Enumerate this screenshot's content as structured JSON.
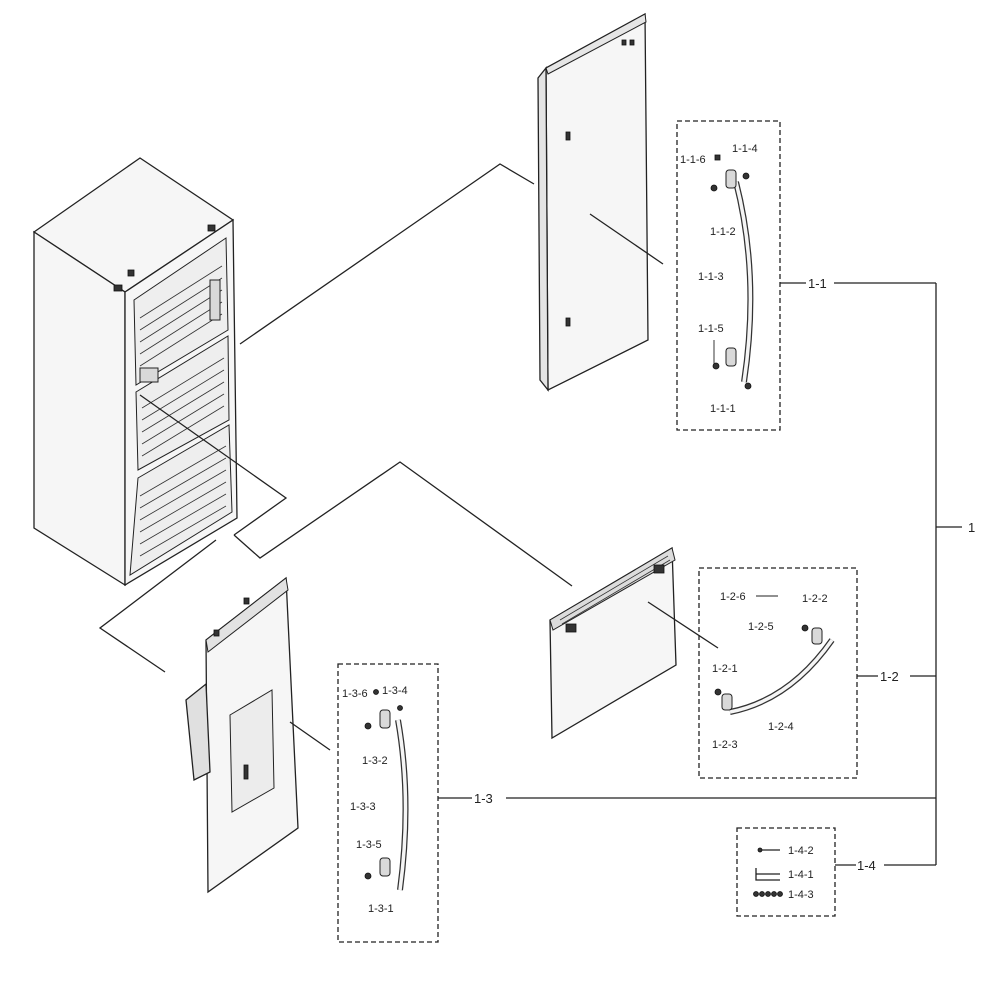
{
  "labels": {
    "assembly": "1",
    "freezer_door_assy": "1-1",
    "fresh_door_assy": "1-2",
    "drawer_door_assy": "1-3",
    "screw_assy": "1-4",
    "g1_1": "1-1-1",
    "g1_2": "1-1-2",
    "g1_3": "1-1-3",
    "g1_4": "1-1-4",
    "g1_5": "1-1-5",
    "g1_6": "1-1-6",
    "g2_1": "1-2-1",
    "g2_2": "1-2-2",
    "g2_3": "1-2-3",
    "g2_4": "1-2-4",
    "g2_5": "1-2-5",
    "g2_6": "1-2-6",
    "g3_1": "1-3-1",
    "g3_2": "1-3-2",
    "g3_3": "1-3-3",
    "g3_4": "1-3-4",
    "g3_5": "1-3-5",
    "g3_6": "1-3-6",
    "g4_1": "1-4-1",
    "g4_2": "1-4-2",
    "g4_3": "1-4-3"
  }
}
